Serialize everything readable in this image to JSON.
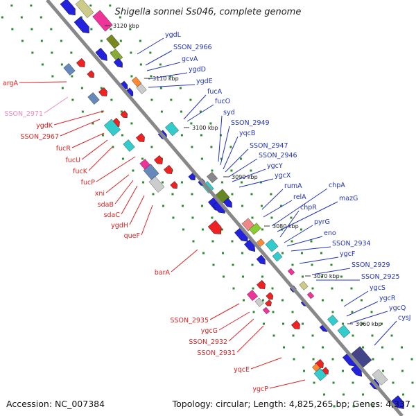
{
  "title": "Shigella sonnei Ss046, complete genome",
  "accession": "Accession: NC_007384",
  "topology": "Topology: circular; Length: 4,825,265 bp; Genes: 4,337",
  "colors": {
    "backbone": "#888888",
    "guide_dots": "#2e8b2e",
    "forward_label": "#2233bb",
    "reverse_label": "#dd2222",
    "pink_label": "#ee88bb",
    "tick_label": "#111111"
  },
  "ticks": [
    "3120 kbp",
    "3110 kbp",
    "3100 kbp",
    "3090 kbp",
    "3080 kbp",
    "3070 kbp",
    "3060 kbp"
  ],
  "forward_genes": [
    "ygdL",
    "SSON_2966",
    "gcvA",
    "ygdD",
    "ygdE",
    "fucA",
    "fucO",
    "syd",
    "SSON_2949",
    "yqcB",
    "SSON_2947",
    "SSON_2946",
    "ygcY",
    "ygcX",
    "rumA",
    "relA",
    "chpA",
    "mazG",
    "chpR",
    "pyrG",
    "eno",
    "SSON_2934",
    "ygcF",
    "SSON_2929",
    "SSON_2925",
    "ygcS",
    "ygcR",
    "ygcQ",
    "cysJ"
  ],
  "reverse_genes": [
    "argA",
    "SSON_2971",
    "ygdK",
    "SSON_2967",
    "fucR",
    "fucU",
    "fucK",
    "fucP",
    "xni",
    "sdaB",
    "sdaC",
    "ygdH",
    "queF",
    "barA",
    "SSON_2935",
    "ygcG",
    "SSON_2932",
    "SSON_2931",
    "yqcE",
    "ygcP"
  ]
}
